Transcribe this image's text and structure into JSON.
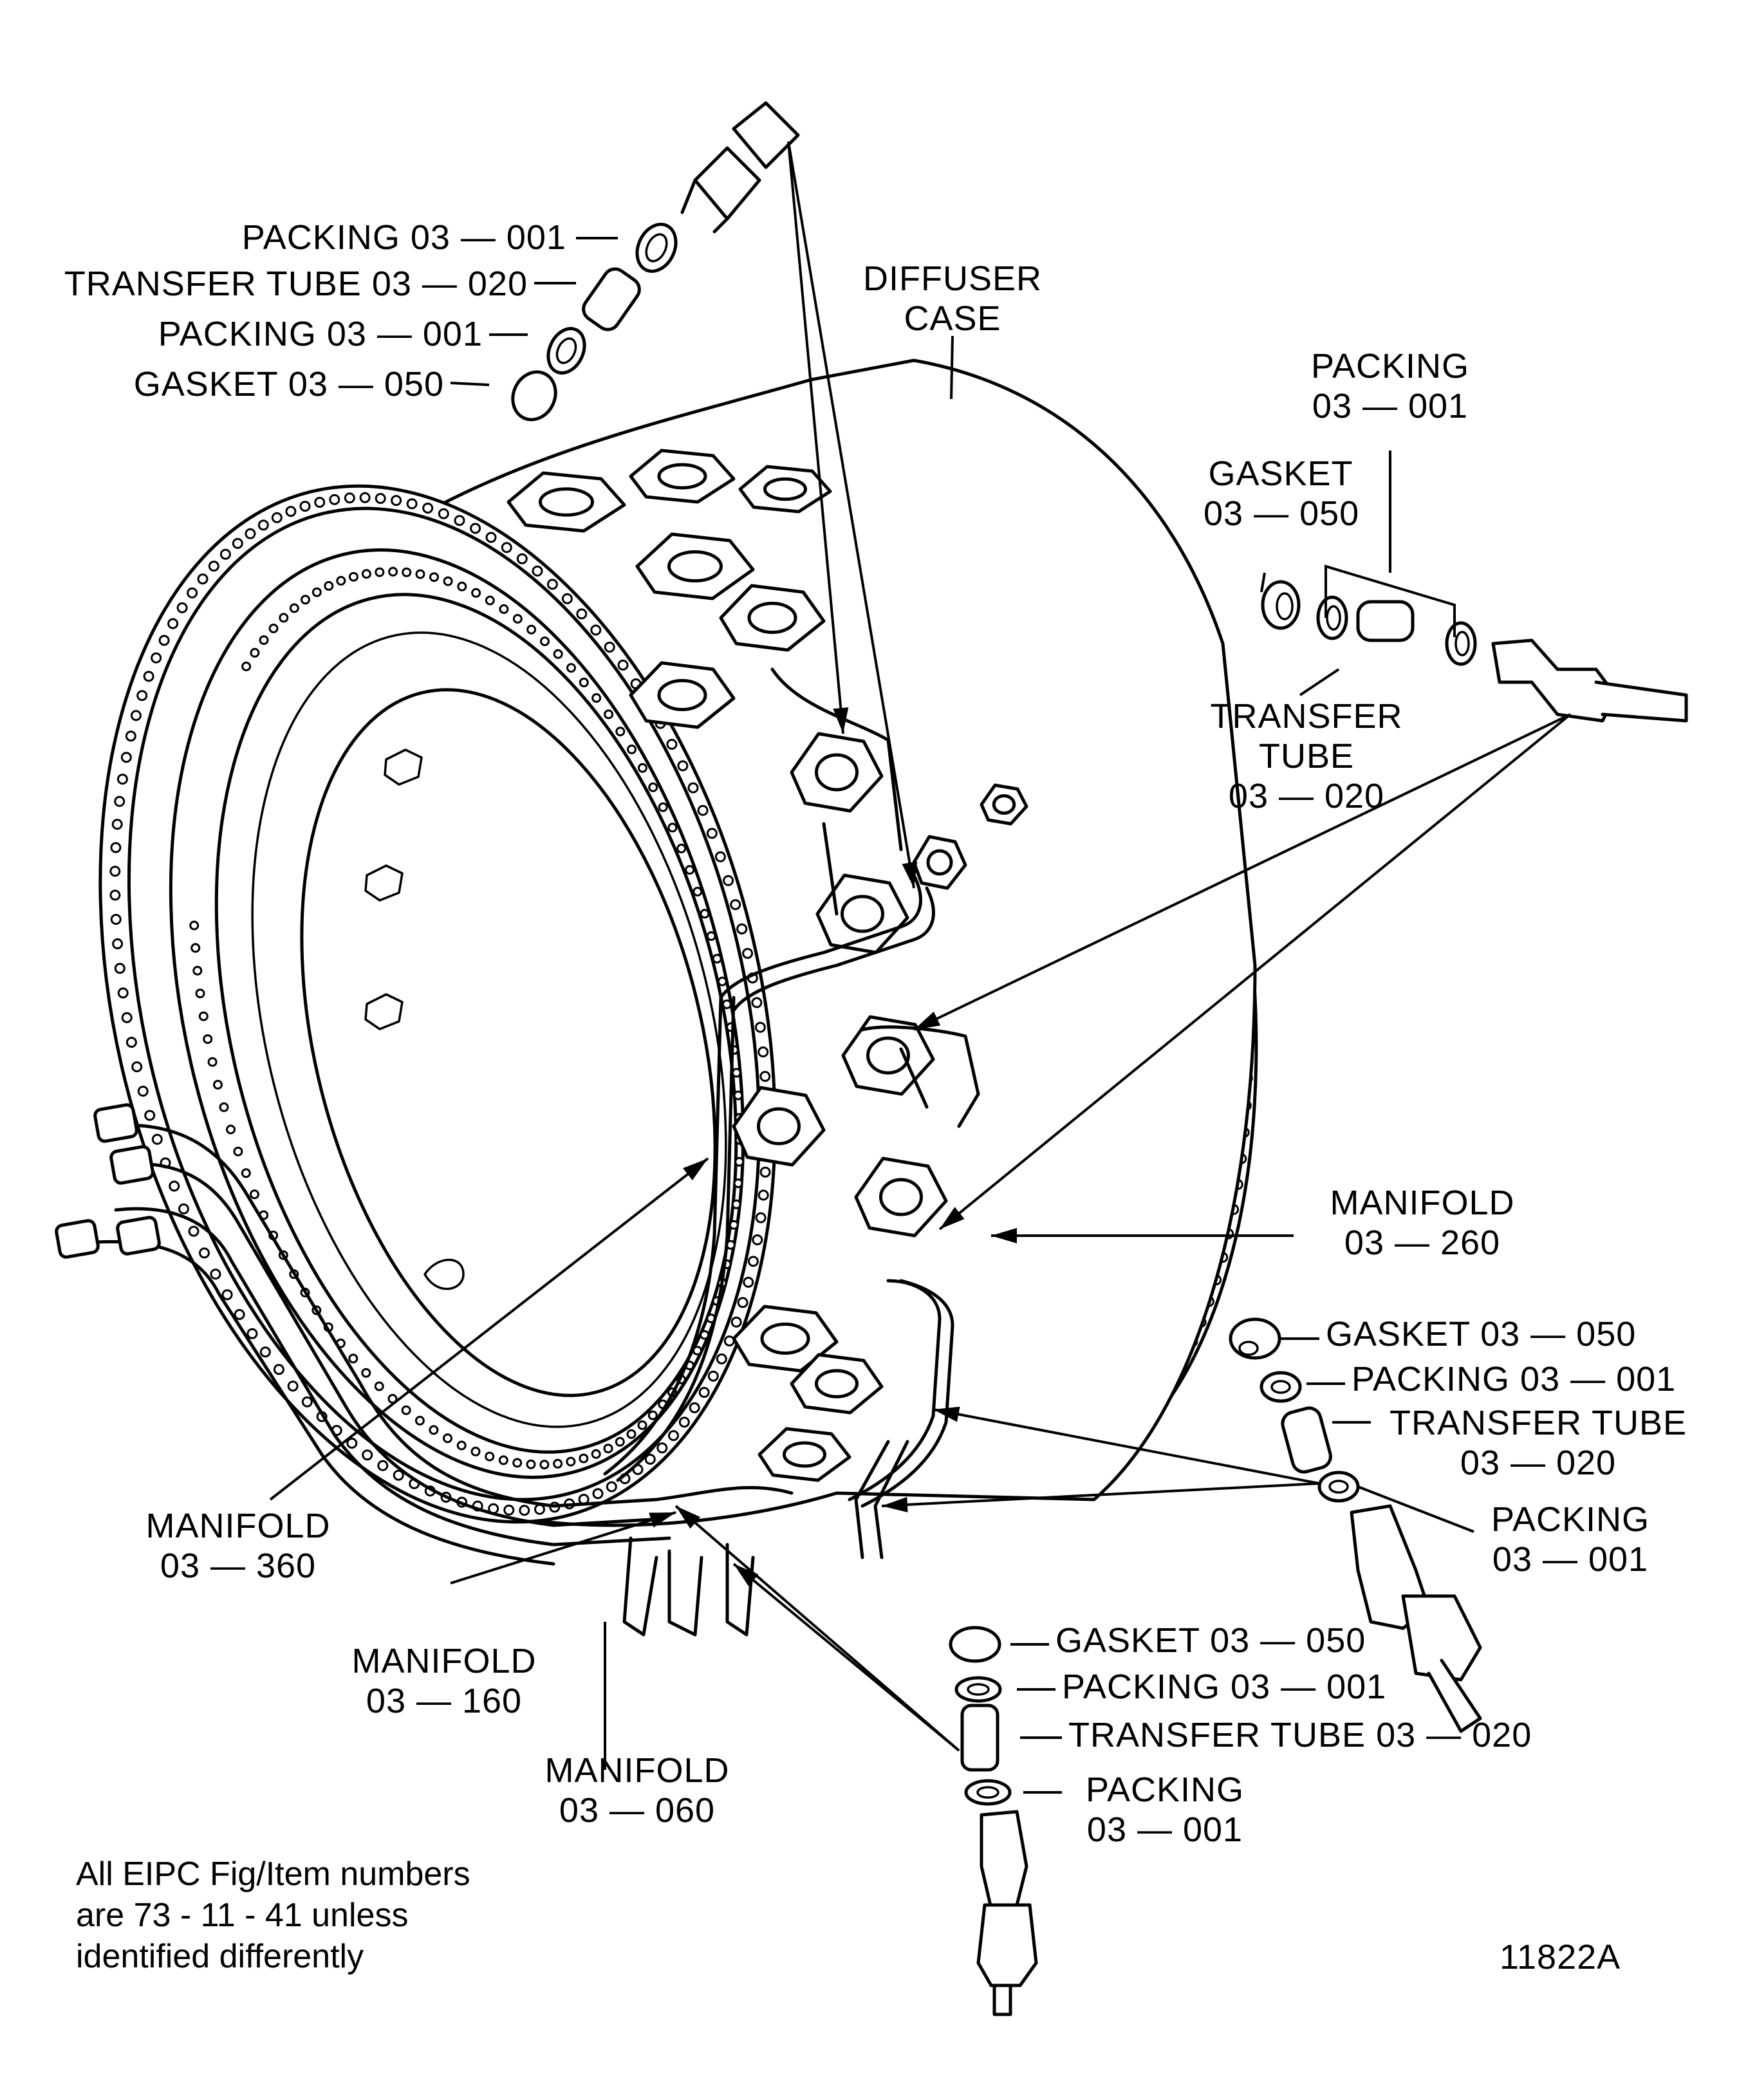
{
  "figure": {
    "id": "11822A",
    "note": [
      "All EIPC Fig/Item numbers",
      "are 73 - 11 - 41 unless",
      "identified differently"
    ]
  },
  "callouts": {
    "top_left": {
      "packing_1": "PACKING 03 — 001",
      "transfer_tube": "TRANSFER TUBE 03 — 020",
      "packing_2": "PACKING 03 — 001",
      "gasket": "GASKET 03 — 050"
    },
    "diffuser_case": [
      "DIFFUSER",
      "CASE"
    ],
    "top_right": {
      "packing": [
        "PACKING",
        "03 — 001"
      ],
      "gasket": [
        "GASKET",
        "03 — 050"
      ],
      "transfer_tube": [
        "TRANSFER",
        "TUBE",
        "03 — 020"
      ]
    },
    "manifold_260": [
      "MANIFOLD",
      "03 — 260"
    ],
    "mid_right": {
      "gasket": "GASKET 03 — 050",
      "packing_1": "PACKING 03 — 001",
      "transfer_tube": [
        "TRANSFER TUBE",
        "03 — 020"
      ],
      "packing_2": [
        "PACKING",
        "03 — 001"
      ]
    },
    "bottom_center": {
      "gasket": "GASKET 03 — 050",
      "packing_1": "PACKING 03 — 001",
      "transfer_tube": "TRANSFER TUBE 03 — 020",
      "packing_2": [
        "PACKING",
        "03 — 001"
      ]
    },
    "manifold_360": [
      "MANIFOLD",
      "03 — 360"
    ],
    "manifold_160": [
      "MANIFOLD",
      "03 — 160"
    ],
    "manifold_060": [
      "MANIFOLD",
      "03 — 060"
    ]
  }
}
